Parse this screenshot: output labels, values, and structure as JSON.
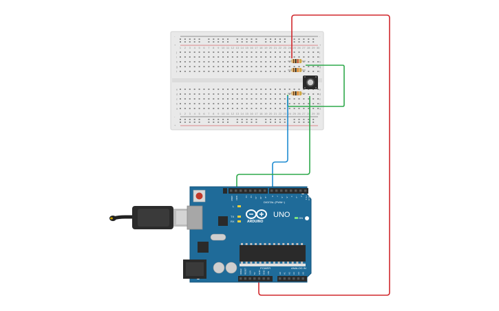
{
  "arduino": {
    "model": "UNO",
    "brand": "ARDUINO",
    "digital_label": "DIGITAL (PWM~)",
    "power_label": "POWER",
    "analog_label": "ANALOG IN",
    "on_label": "ON",
    "tx_label": "TX",
    "rx_label": "RX",
    "l_label": "L",
    "aref_label": "AREF",
    "gnd_label": "GND",
    "digital_pins": [
      "13",
      "12",
      "~11",
      "~10",
      "~9",
      "8",
      "7",
      "~6",
      "~5",
      "4",
      "~3",
      "2",
      "TX 1",
      "RX 0"
    ],
    "power_pins": [
      "IOREF",
      "RESET",
      "3.3V",
      "5V",
      "GND",
      "GND",
      "VIN"
    ],
    "analog_pins": [
      "A0",
      "A1",
      "A2",
      "A3",
      "A4",
      "A5"
    ]
  },
  "breadboard": {
    "column_numbers": [
      "1",
      "2",
      "3",
      "4",
      "5",
      "6",
      "7",
      "8",
      "9",
      "10",
      "11",
      "12",
      "13",
      "14",
      "15",
      "16",
      "17",
      "18",
      "19",
      "20",
      "21",
      "22",
      "23",
      "24",
      "25",
      "26",
      "27",
      "28",
      "29",
      "30"
    ],
    "rows_top": [
      "j",
      "i",
      "h",
      "g",
      "f"
    ],
    "rows_bottom": [
      "e",
      "d",
      "c",
      "b",
      "a"
    ],
    "rail_plus": "+",
    "rail_minus": "-"
  },
  "colors": {
    "wire_red": "#d0262b",
    "wire_green": "#2da84a",
    "wire_blue": "#1d8bd1",
    "arduino_board": "#1f6b99",
    "breadboard": "#e9e9e9"
  }
}
